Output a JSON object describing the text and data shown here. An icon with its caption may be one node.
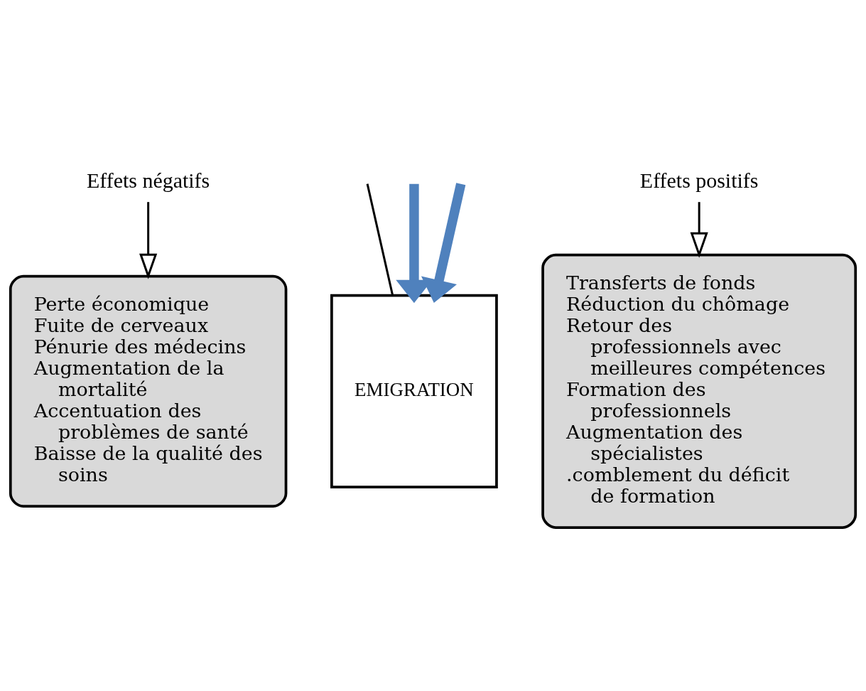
{
  "diagram": {
    "nodes": [
      {
        "text": [
          "Effets négatifs"
        ]
      },
      {
        "text": [
          "Perte économique",
          "Fuite de cerveaux",
          "Pénurie des médecins",
          "Augmentation de la mortalité",
          "Accentuation des problèmes de santé",
          "Baisse de la qualité des soins"
        ]
      },
      {
        "text": [
          "Effets positifs"
        ]
      },
      {
        "text": [
          "Transferts de fonds",
          "Réduction du chômage",
          "Retour des professionnels avec meilleures compétences",
          "Formation des professionnels",
          "Augmentation des spécialistes",
          ".comblement du déficit de formation"
        ]
      },
      {
        "text": [
          "EMIGRATION"
        ]
      }
    ],
    "edges": [
      {
        "from": 0,
        "to": 1,
        "arrow": "to"
      },
      {
        "from": 2,
        "to": 3,
        "arrow": "to"
      },
      {
        "from": null,
        "to": 4,
        "arrow": "none"
      },
      {
        "from": null,
        "to": 4,
        "arrow": "to",
        "style": "thick",
        "color": "#4f81bd"
      },
      {
        "from": null,
        "to": 4,
        "arrow": "to",
        "style": "thick",
        "color": "#4f81bd"
      }
    ]
  }
}
